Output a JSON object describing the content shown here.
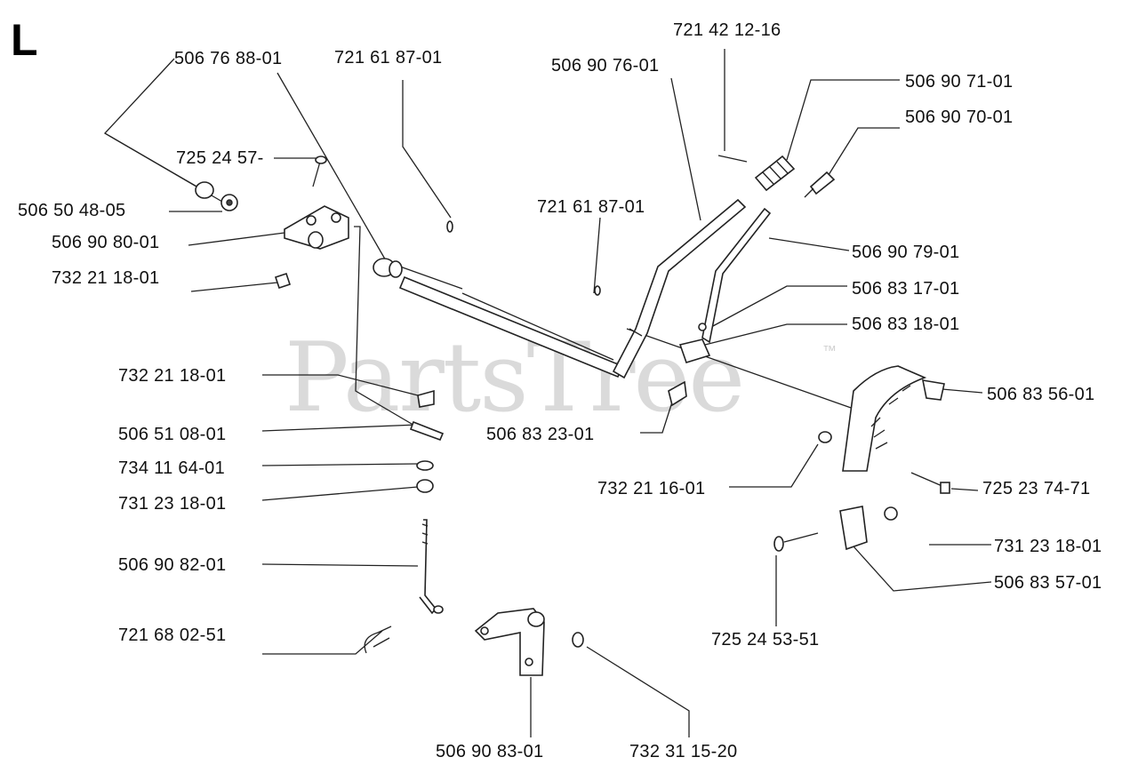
{
  "diagram": {
    "section_letter": "L",
    "watermark": "PartsTree",
    "trademark": "™",
    "part_labels": [
      "506 76 88-01",
      "721 61 87-01",
      "506 90 76-01",
      "721 42 12-16",
      "506 90 71-01",
      "506 90 70-01",
      "725 24 57-",
      "506 50 48-05",
      "506 90 80-01",
      "732 21 18-01",
      "721 61 87-01",
      "506 90 79-01",
      "506 83 17-01",
      "506 83 18-01",
      "732 21 18-01",
      "506 51 08-01",
      "506 83 23-01",
      "506 83 56-01",
      "734 11 64-01",
      "731 23 18-01",
      "732 21 16-01",
      "725 23 74-71",
      "506 90 82-01",
      "731 23 18-01",
      "506 83 57-01",
      "721 68 02-51",
      "725 24 53-51",
      "506 90 83-01",
      "732 31 15-20"
    ]
  }
}
